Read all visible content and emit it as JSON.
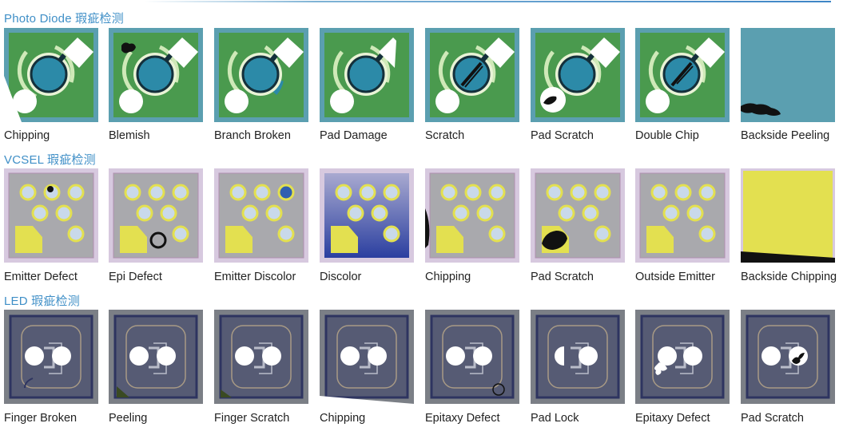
{
  "sections": [
    {
      "title": "Photo Diode 瑕疵检测",
      "items": [
        {
          "label": "Chipping"
        },
        {
          "label": "Blemish"
        },
        {
          "label": "Branch Broken"
        },
        {
          "label": "Pad Damage"
        },
        {
          "label": "Scratch"
        },
        {
          "label": "Pad Scratch"
        },
        {
          "label": "Double Chip"
        },
        {
          "label": "Backside Peeling"
        }
      ]
    },
    {
      "title": "VCSEL 瑕疵检测",
      "items": [
        {
          "label": "Emitter Defect"
        },
        {
          "label": "Epi Defect"
        },
        {
          "label": "Emitter Discolor"
        },
        {
          "label": "Discolor"
        },
        {
          "label": "Chipping"
        },
        {
          "label": "Pad Scratch"
        },
        {
          "label": "Outside Emitter"
        },
        {
          "label": "Backside Chipping"
        }
      ]
    },
    {
      "title": "LED 瑕疵检测",
      "items": [
        {
          "label": "Finger Broken"
        },
        {
          "label": "Peeling"
        },
        {
          "label": "Finger Scratch"
        },
        {
          "label": "Chipping"
        },
        {
          "label": "Epitaxy Defect"
        },
        {
          "label": "Pad Lock"
        },
        {
          "label": "Epitaxy Defect"
        },
        {
          "label": "Pad Scratch"
        }
      ]
    }
  ],
  "colors": {
    "title": "#3f8fc7",
    "pd_frame": "#5b9fb0",
    "pd_chip": "#4a9a4e",
    "vcsel_frame": "#d7c9df",
    "vcsel_chip": "#a9a9ad",
    "vcsel_pad": "#e3e050",
    "led_frame": "#7b7f86",
    "led_chip": "#565b74"
  }
}
